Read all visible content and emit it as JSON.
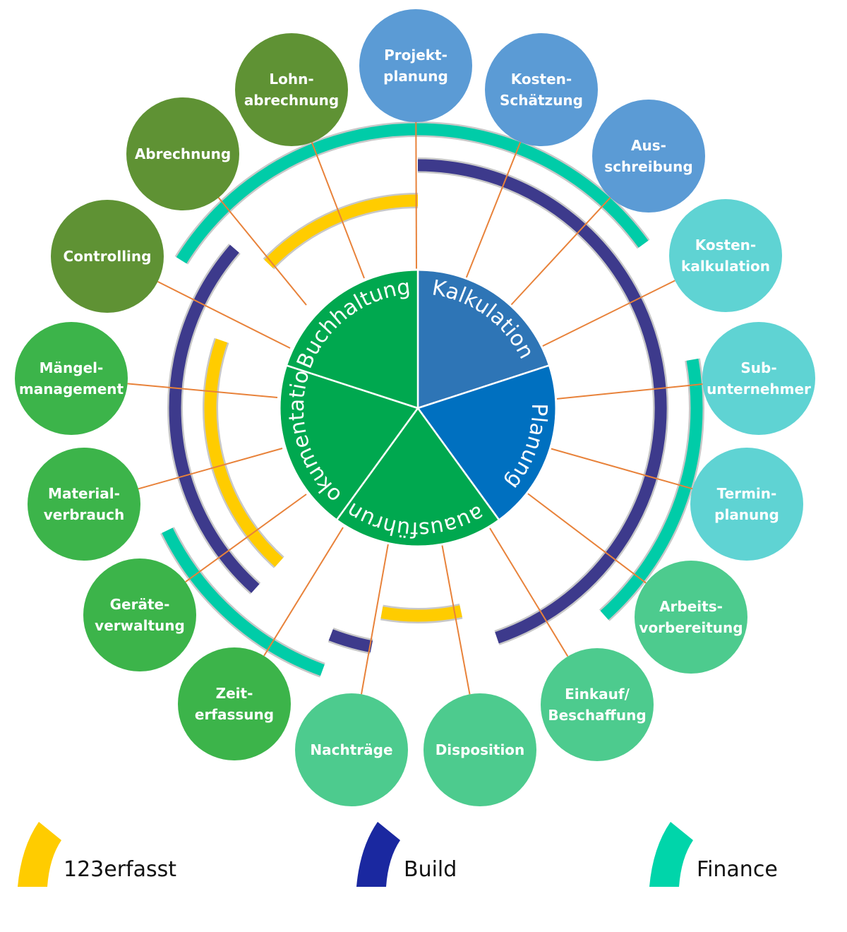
{
  "sectors": [
    {
      "id": "kalkulation",
      "label": "Kalkulation",
      "color": "#2E75B6"
    },
    {
      "id": "planung",
      "label": "Planung",
      "color": "#0070C0"
    },
    {
      "id": "bauausfuehrung",
      "label": "Bauausführung",
      "color": "#00A84F"
    },
    {
      "id": "dokumentation",
      "label": "Dokumentation",
      "color": "#00A84F"
    },
    {
      "id": "buchhaltung",
      "label": "Buchhaltung",
      "color": "#00A84F"
    }
  ],
  "modules": [
    {
      "id": "projektplanung",
      "lines": [
        "Projekt-",
        "planung"
      ],
      "color": "#5B9BD5"
    },
    {
      "id": "kostenschaetzung",
      "lines": [
        "Kosten-",
        "Schätzung"
      ],
      "color": "#5B9BD5"
    },
    {
      "id": "ausschreibung",
      "lines": [
        "Aus-",
        "schreibung"
      ],
      "color": "#5B9BD5"
    },
    {
      "id": "kostenkalkulation",
      "lines": [
        "Kosten-",
        "kalkulation"
      ],
      "color": "#5FD3D3"
    },
    {
      "id": "subunternehmer",
      "lines": [
        "Sub-",
        "unternehmer"
      ],
      "color": "#5FD3D3"
    },
    {
      "id": "terminplanung",
      "lines": [
        "Termin-",
        "planung"
      ],
      "color": "#5FD3D3"
    },
    {
      "id": "arbeitsvorbereitung",
      "lines": [
        "Arbeits-",
        "vorbereitung"
      ],
      "color": "#4DCB8E"
    },
    {
      "id": "einkauf",
      "lines": [
        "Einkauf/",
        "Beschaffung"
      ],
      "color": "#4DCB8E"
    },
    {
      "id": "disposition",
      "lines": [
        "Disposition"
      ],
      "color": "#4DCB8E"
    },
    {
      "id": "nachtraege",
      "lines": [
        "Nachträge"
      ],
      "color": "#4DCB8E"
    },
    {
      "id": "zeiterfassung",
      "lines": [
        "Zeit-",
        "erfassung"
      ],
      "color": "#3CB44A"
    },
    {
      "id": "geraeteverwaltung",
      "lines": [
        "Geräte-",
        "verwaltung"
      ],
      "color": "#3CB44A"
    },
    {
      "id": "materialverbrauch",
      "lines": [
        "Material-",
        "verbrauch"
      ],
      "color": "#3CB44A"
    },
    {
      "id": "maengelmanagement",
      "lines": [
        "Mängel-",
        "management"
      ],
      "color": "#3CB44A"
    },
    {
      "id": "controlling",
      "lines": [
        "Controlling"
      ],
      "color": "#5F9234"
    },
    {
      "id": "abrechnung",
      "lines": [
        "Abrechnung"
      ],
      "color": "#5F9234"
    },
    {
      "id": "lohnabrechnung",
      "lines": [
        "Lohn-",
        "abrechnung"
      ],
      "color": "#5F9234"
    }
  ],
  "products": [
    {
      "id": "123erfasst",
      "label": "123erfasst",
      "color": "#FFCC00"
    },
    {
      "id": "build",
      "label": "Build",
      "color": "#3D3A8C"
    },
    {
      "id": "finance",
      "label": "Finance",
      "color": "#00CCA8"
    }
  ],
  "legend": [
    {
      "id": "123erfasst",
      "label": "123erfasst",
      "color": "#FFCC00"
    },
    {
      "id": "build",
      "label": "Build",
      "color": "#1A28A0"
    },
    {
      "id": "finance",
      "label": "Finance",
      "color": "#00D5AA"
    }
  ],
  "connector_color": "#E8823A"
}
